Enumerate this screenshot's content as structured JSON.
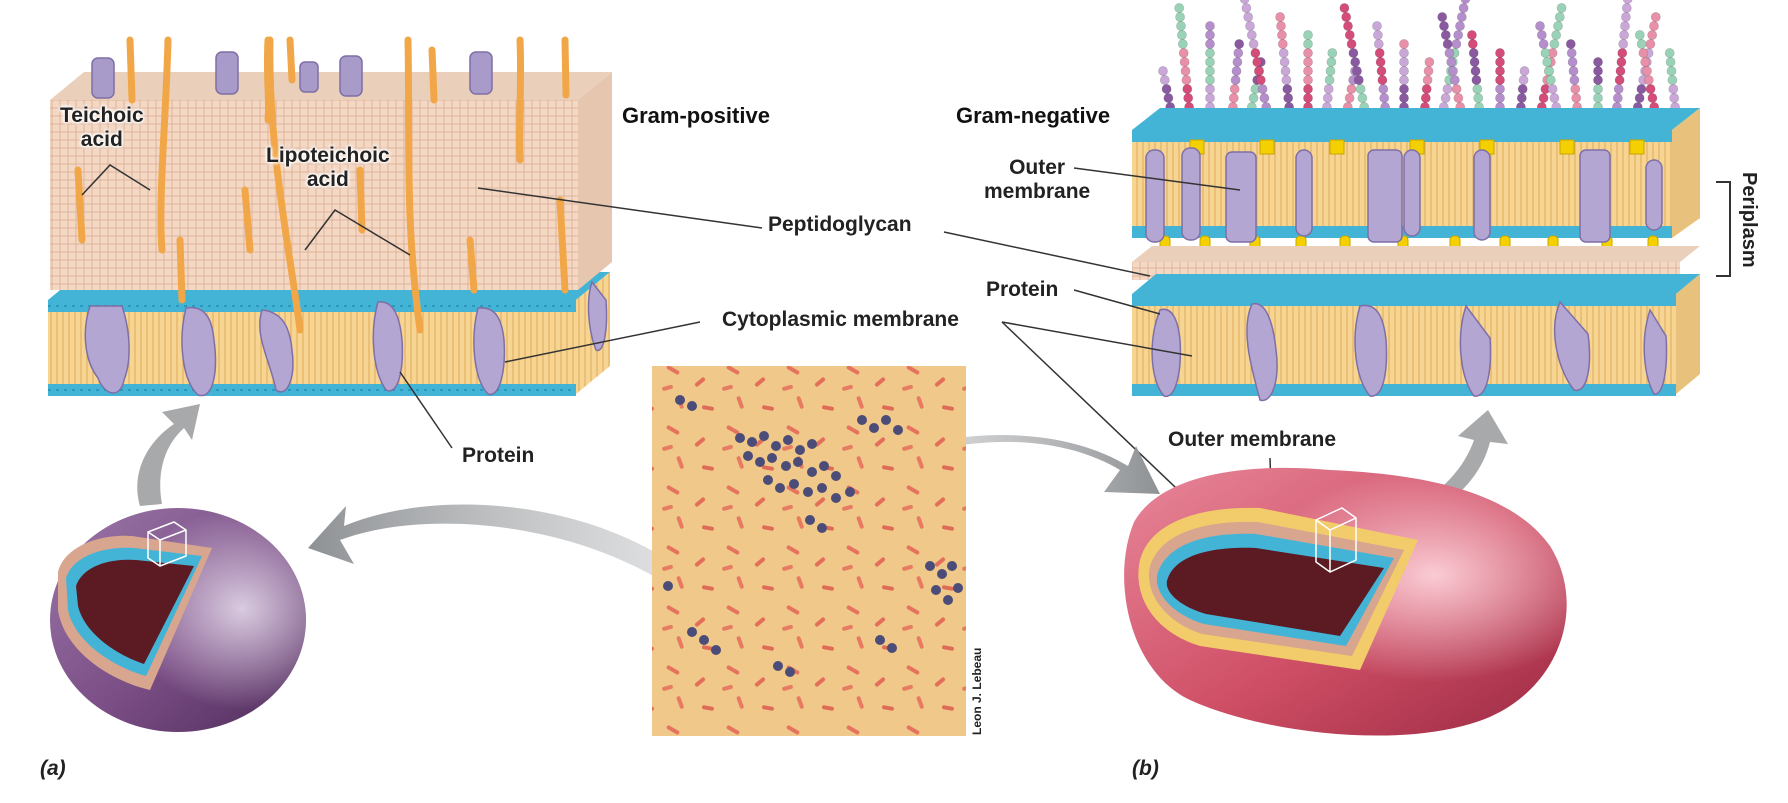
{
  "left": {
    "title": "Gram-positive",
    "teichoic": [
      "Teichoic",
      "acid"
    ],
    "lipoteichoic": [
      "Lipoteichoic",
      "acid"
    ],
    "protein": "Protein",
    "panel": "(a)"
  },
  "right": {
    "title": "Gram-negative",
    "outer_membrane_top": [
      "Outer",
      "membrane"
    ],
    "periplasm": "Periplasm",
    "protein": "Protein",
    "outer_membrane_cell": "Outer membrane",
    "panel": "(b)"
  },
  "shared": {
    "peptidoglycan": "Peptidoglycan",
    "cytoplasmic_membrane": "Cytoplasmic membrane"
  },
  "micrograph": {
    "credit": "Leon J. Lebeau"
  },
  "colors": {
    "phospholipid_head": "#43b4d6",
    "lipid_tail": "#f3cf8b",
    "peptidoglycan": "#f2d3bd",
    "protein": "#b4a6d3",
    "teichoic_acid": "#f1a748",
    "lps_purple": "#8a5aa0",
    "lps_pink": "#d34d78",
    "gram_positive_cell": "#7b4e86",
    "gram_negative_cell": "#cf4f66",
    "arrow": "#a9abae",
    "micrograph_bg": "#f0c889"
  }
}
